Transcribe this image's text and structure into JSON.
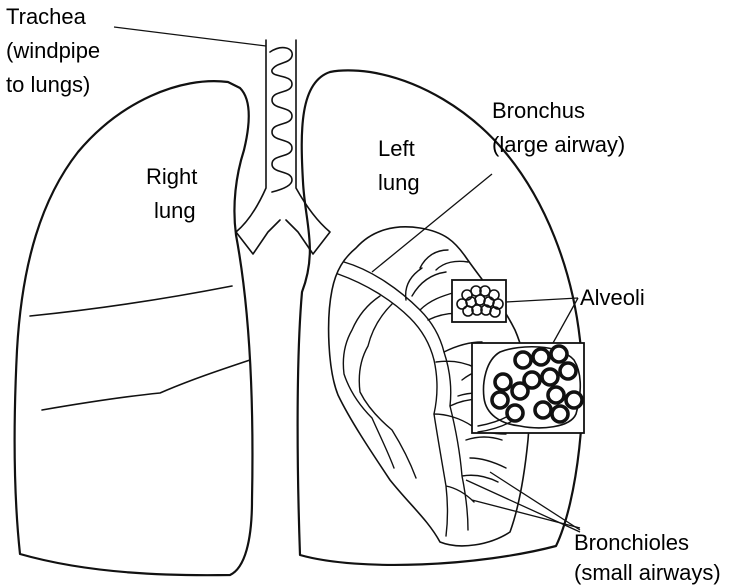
{
  "labels": {
    "trachea": {
      "line1": "Trachea",
      "line2": "(windpipe",
      "line3": "to lungs)"
    },
    "right_lung": {
      "line1": "Right",
      "line2": "lung"
    },
    "left_lung": {
      "line1": "Left",
      "line2": "lung"
    },
    "bronchus": {
      "line1": "Bronchus",
      "line2": "(large airway)"
    },
    "alveoli": "Alveoli",
    "bronchioles": {
      "line1": "Bronchioles",
      "line2": "(small airways)"
    }
  },
  "colors": {
    "ink": "#111111",
    "background": "#ffffff"
  }
}
